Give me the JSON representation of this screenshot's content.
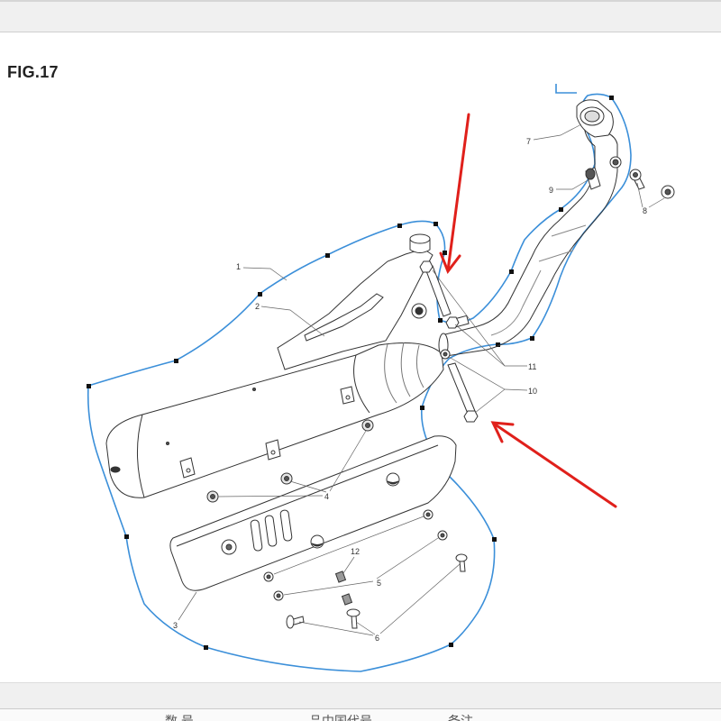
{
  "figure": {
    "label": "FIG.17"
  },
  "callouts": [
    "1",
    "2",
    "3",
    "4",
    "5",
    "6",
    "7",
    "8",
    "9",
    "10",
    "11",
    "12"
  ],
  "footer": {
    "columns": [
      "数 号",
      "品中国代号",
      "备注"
    ]
  },
  "colors": {
    "outline": "#3b8fd9",
    "arrow": "#e0201b",
    "line": "#333333",
    "marker": "#111111"
  }
}
